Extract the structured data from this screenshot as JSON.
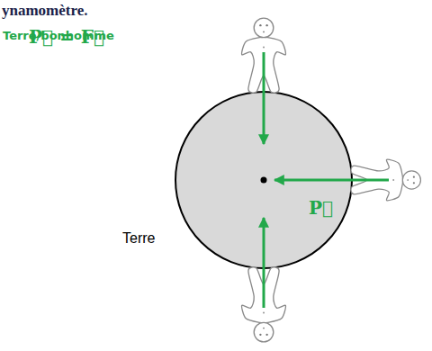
{
  "diagram": {
    "labels": [
      "ynamomètre.",
      "P⃗ = F⃗",
      "Terre/bonhomme",
      "P⃗",
      "Terre"
    ]
  }
}
